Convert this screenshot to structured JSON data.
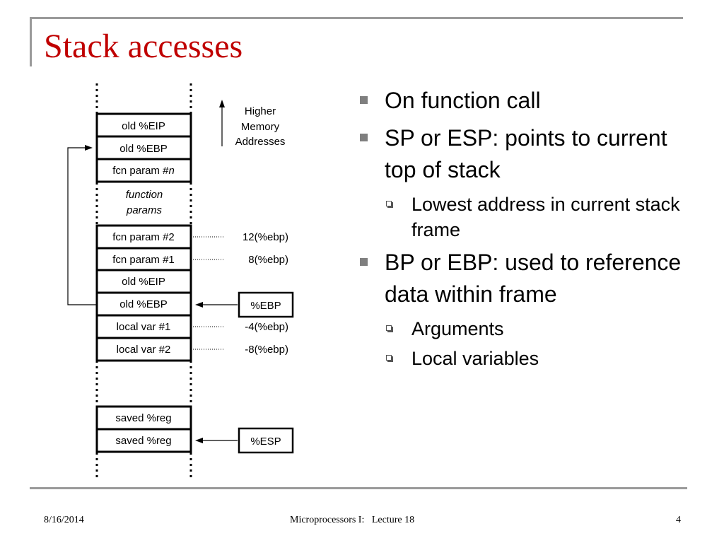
{
  "slide": {
    "title": "Stack accesses"
  },
  "diagram": {
    "top_boxes": [
      "old %EIP",
      "old %EBP"
    ],
    "param_n_prefix": "fcn param #",
    "param_n_italic": "n",
    "function_params": [
      "function",
      "params"
    ],
    "arrow_label": [
      "Higher",
      "Memory",
      "Addresses"
    ],
    "frame_boxes": [
      "fcn param #2",
      "fcn param #1",
      "old %EIP",
      "old %EBP",
      "local var #1",
      "local var #2"
    ],
    "offsets": [
      "12(%ebp)",
      "8(%ebp)",
      "-4(%ebp)",
      "-8(%ebp)"
    ],
    "bottom_boxes": [
      "saved %reg",
      "saved %reg"
    ],
    "ebp_label": "%EBP",
    "esp_label": "%ESP"
  },
  "bullets": [
    {
      "level": 1,
      "text": "On function call"
    },
    {
      "level": 1,
      "text": "SP or ESP: points to current top of stack"
    },
    {
      "level": 2,
      "text": "Lowest address in current stack frame"
    },
    {
      "level": 1,
      "text": "BP or EBP: used to reference data within frame"
    },
    {
      "level": 2,
      "text": "Arguments"
    },
    {
      "level": 2,
      "text": "Local variables"
    }
  ],
  "footer": {
    "date": "8/16/2014",
    "course": "Microprocessors I:   Lecture 18",
    "page_number": "4"
  }
}
